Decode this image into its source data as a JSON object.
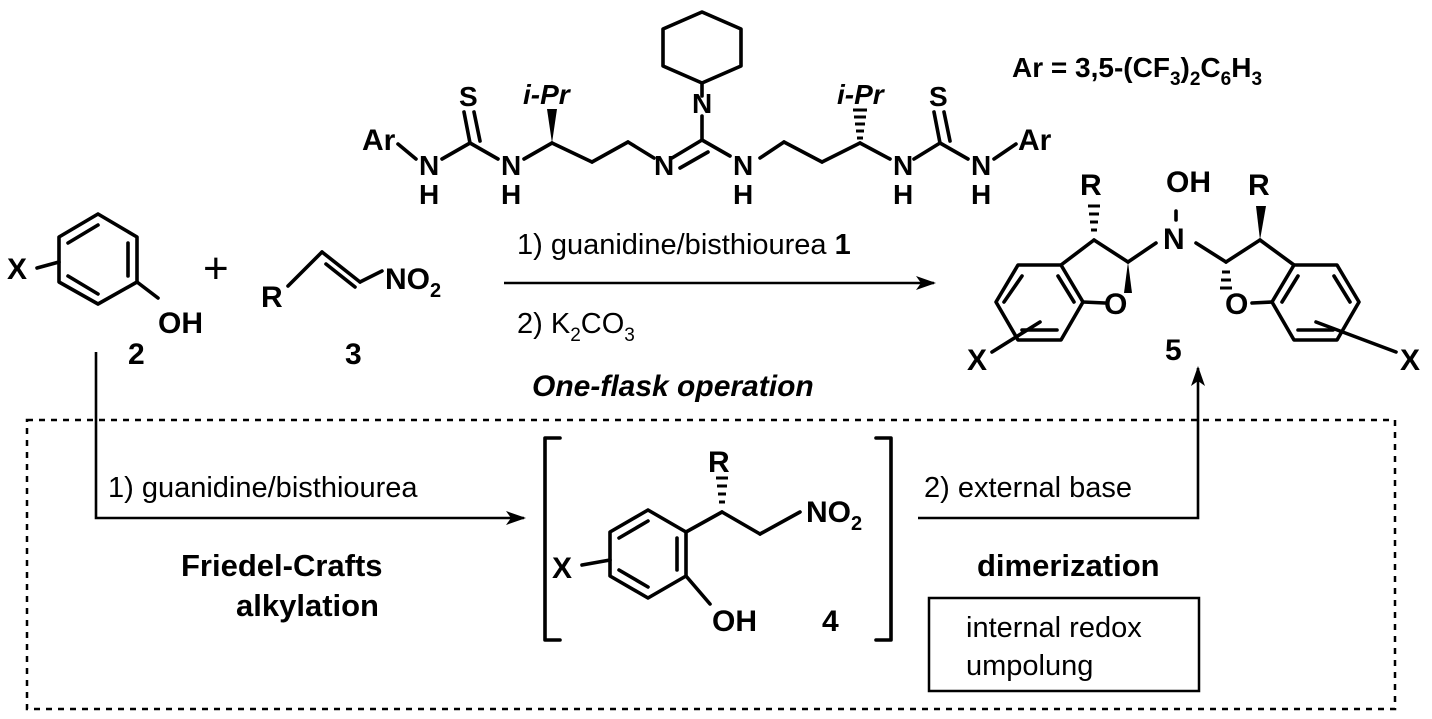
{
  "colors": {
    "ink": "#000000",
    "blue": "#1414e6",
    "red": "#ee1c1c",
    "background": "#ffffff"
  },
  "catalyst": {
    "ar_definition": {
      "prefix": "Ar = 3,5-(CF",
      "sub1": "3",
      "mid": ")",
      "sub2": "2",
      "c": "C",
      "sub3": "6",
      "h": "H",
      "sub4": "3"
    },
    "labels": {
      "ar": "Ar",
      "s": "S",
      "n": "N",
      "h": "H",
      "ipr": "i-Pr"
    }
  },
  "reactants": {
    "phenol_x": "X",
    "phenol_oh": "OH",
    "phenol_number": "2",
    "plus": "+",
    "nitro_r": "R",
    "nitro_no2": "NO",
    "nitro_no2_sub": "2",
    "nitro_number": "3"
  },
  "top_arrow": {
    "step1_text": "1) guanidine/bisthiourea ",
    "step1_ref": "1",
    "step2_prefix": "2) K",
    "step2_sub1": "2",
    "step2_mid": "CO",
    "step2_sub2": "3"
  },
  "product": {
    "r": "R",
    "oh": "OH",
    "n": "N",
    "o": "O",
    "x": "X",
    "number": "5"
  },
  "one_flask_label": "One-flask operation",
  "lower_path": {
    "step1_text": "1) guanidine/bisthiourea",
    "reaction_name_line1": "Friedel-Crafts",
    "reaction_name_line2": "alkylation",
    "intermediate": {
      "r": "R",
      "no2": "NO",
      "no2_sub": "2",
      "x": "X",
      "oh": "OH",
      "number": "4"
    },
    "step2_text": "2) external base",
    "dimerization_label": "dimerization",
    "box_line1": "internal redox",
    "box_line2": "umpolung"
  }
}
